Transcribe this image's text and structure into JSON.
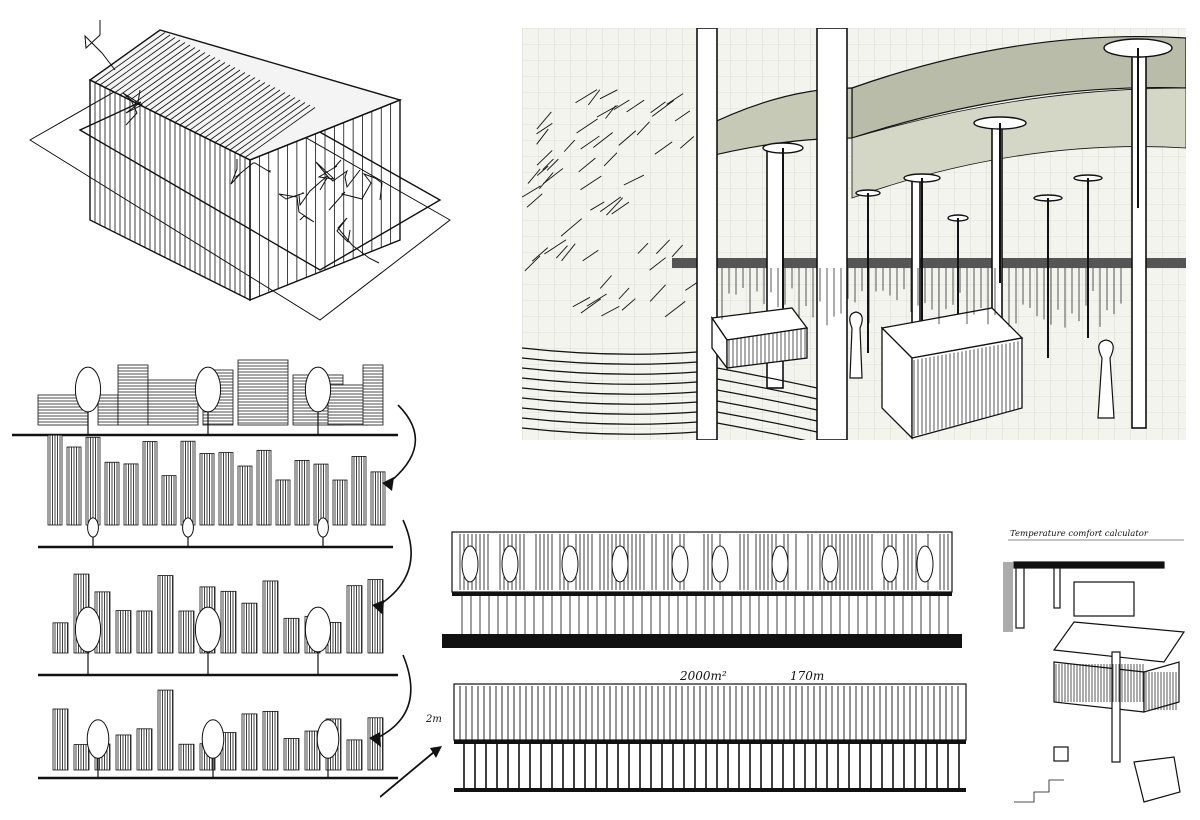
{
  "sheet": {
    "background": "#ffffff",
    "ink": "#111111",
    "grid_paper": "#f3f4ee",
    "grid_line": "#c9ccc2",
    "shade": "#b8bca8"
  },
  "annotations": {
    "area_label": "2000m²",
    "length_label": "170m",
    "height_label": "2m",
    "study_title": "Temperature comfort calculator"
  }
}
